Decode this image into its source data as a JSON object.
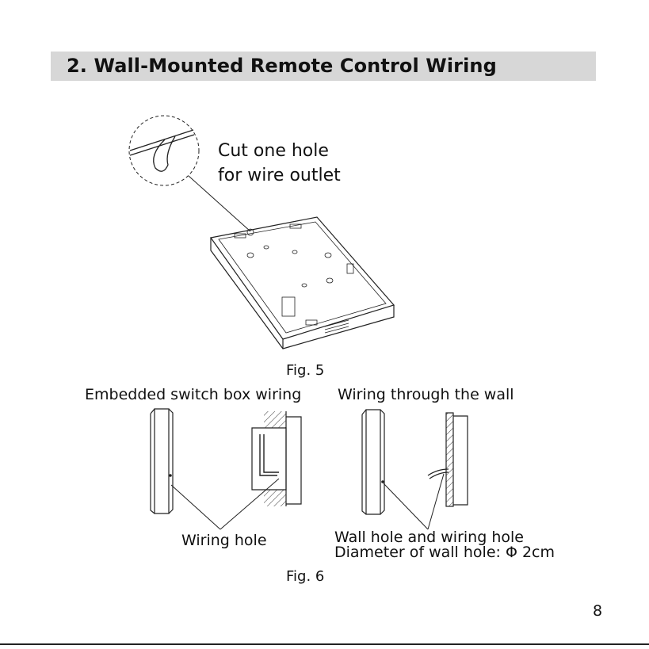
{
  "section": {
    "title": "2. Wall-Mounted Remote Control Wiring"
  },
  "fig5": {
    "callout_line1": "Cut one hole",
    "callout_line2": "for wire outlet",
    "caption": "Fig. 5"
  },
  "fig6": {
    "left_title": "Embedded switch  box wiring",
    "right_title": "Wiring through the wall",
    "left_label": "Wiring hole",
    "right_label1": "Wall hole and wiring hole",
    "right_label2": "Diameter of wall hole:  Φ 2cm",
    "caption": "Fig. 6"
  },
  "page": {
    "number": "8"
  }
}
